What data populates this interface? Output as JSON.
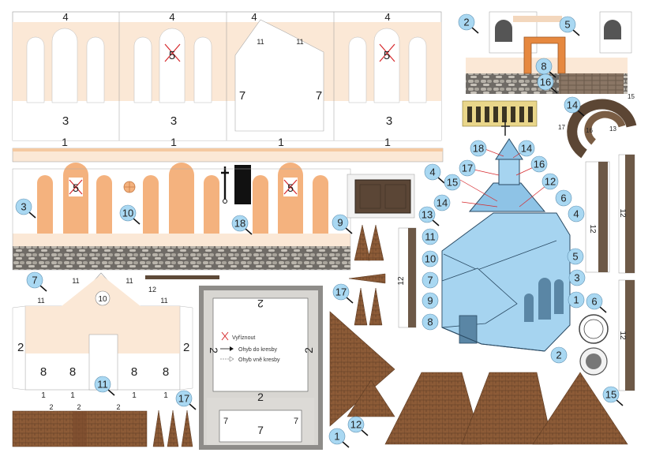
{
  "sheet": {
    "top_wall": {
      "part_labels": [
        "4",
        "4",
        "4",
        "4"
      ],
      "lower_labels": [
        "3",
        "3",
        "3"
      ],
      "window_marks": [
        "5",
        "5"
      ],
      "gable_labels": [
        "11",
        "11"
      ],
      "seven_labels": [
        "7",
        "7"
      ]
    },
    "strip_1": {
      "labels": [
        "1",
        "1",
        "1",
        "1"
      ]
    },
    "long_wall": {
      "window_marks": [
        "5",
        "5"
      ],
      "rose_label": "10",
      "door_label": "18"
    },
    "floor_plate": {
      "labels": [
        "2",
        "2",
        "2",
        "7",
        "7",
        "7"
      ],
      "top_label": "2"
    },
    "front_gable": {
      "labels": [
        "2",
        "2",
        "8",
        "8",
        "8",
        "8",
        "11",
        "11",
        "11",
        "11",
        "1",
        "1",
        "1",
        "1"
      ],
      "circle": "10"
    },
    "roof_strip": {
      "label_2": [
        "2",
        "2",
        "2"
      ],
      "label_11": "11"
    },
    "small_parts": {
      "strip_12": "12",
      "strip_13": "13",
      "tab_12": [
        "12",
        "12",
        "12",
        "12",
        "12"
      ],
      "tab_2": [
        "2",
        "2",
        "2",
        "2"
      ]
    },
    "ring_parts": {
      "labels": [
        "17",
        "16",
        "13",
        "15"
      ]
    },
    "legend": {
      "cut": "Vyříznout",
      "fold_in": "Ohyb do kresby",
      "fold_out": "Ohyb vně kresby"
    },
    "callouts": {
      "c2": "2",
      "c5": "5",
      "c8": "8",
      "c16": "16",
      "c14": "14",
      "c4": "4",
      "c3": "3",
      "c10": "10",
      "c18": "18",
      "c9": "9",
      "c13": "13",
      "c7": "7",
      "c17a": "17",
      "c11": "11",
      "c17b": "17",
      "c1": "1",
      "c12": "12",
      "c6": "6",
      "c15": "15"
    },
    "model_callouts": [
      "18",
      "17",
      "15",
      "14",
      "14",
      "16",
      "12",
      "6",
      "4",
      "11",
      "10",
      "7",
      "9",
      "8",
      "5",
      "3",
      "1",
      "2"
    ],
    "colors": {
      "wall": "#fbe8d6",
      "window": "#f4b27e",
      "stone": "#7d7a74",
      "roof": "#8a5a36",
      "blue": "#a6d4f0",
      "callout": "#a9d8f2",
      "pointer": "#d6282c"
    }
  }
}
